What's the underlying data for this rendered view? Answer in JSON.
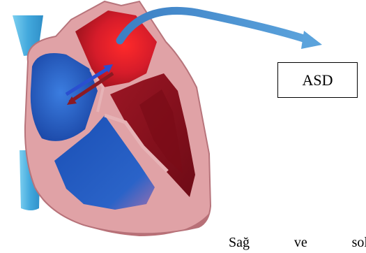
{
  "diagram": {
    "label_box": {
      "text": "ASD"
    },
    "caption_words": [
      "Sağ",
      "ve",
      "sol"
    ],
    "icons": [
      "heart-illustration",
      "curved-pointer-arrow"
    ],
    "colors": {
      "left_heart": "#d91f2c",
      "right_heart": "#1f5ec4",
      "heart_wall": "#e0a2a6",
      "vena_cava": "#4fb3e0",
      "pointer_arrow": "#4a90d0",
      "dark_chamber": "#8b0f1c"
    }
  }
}
